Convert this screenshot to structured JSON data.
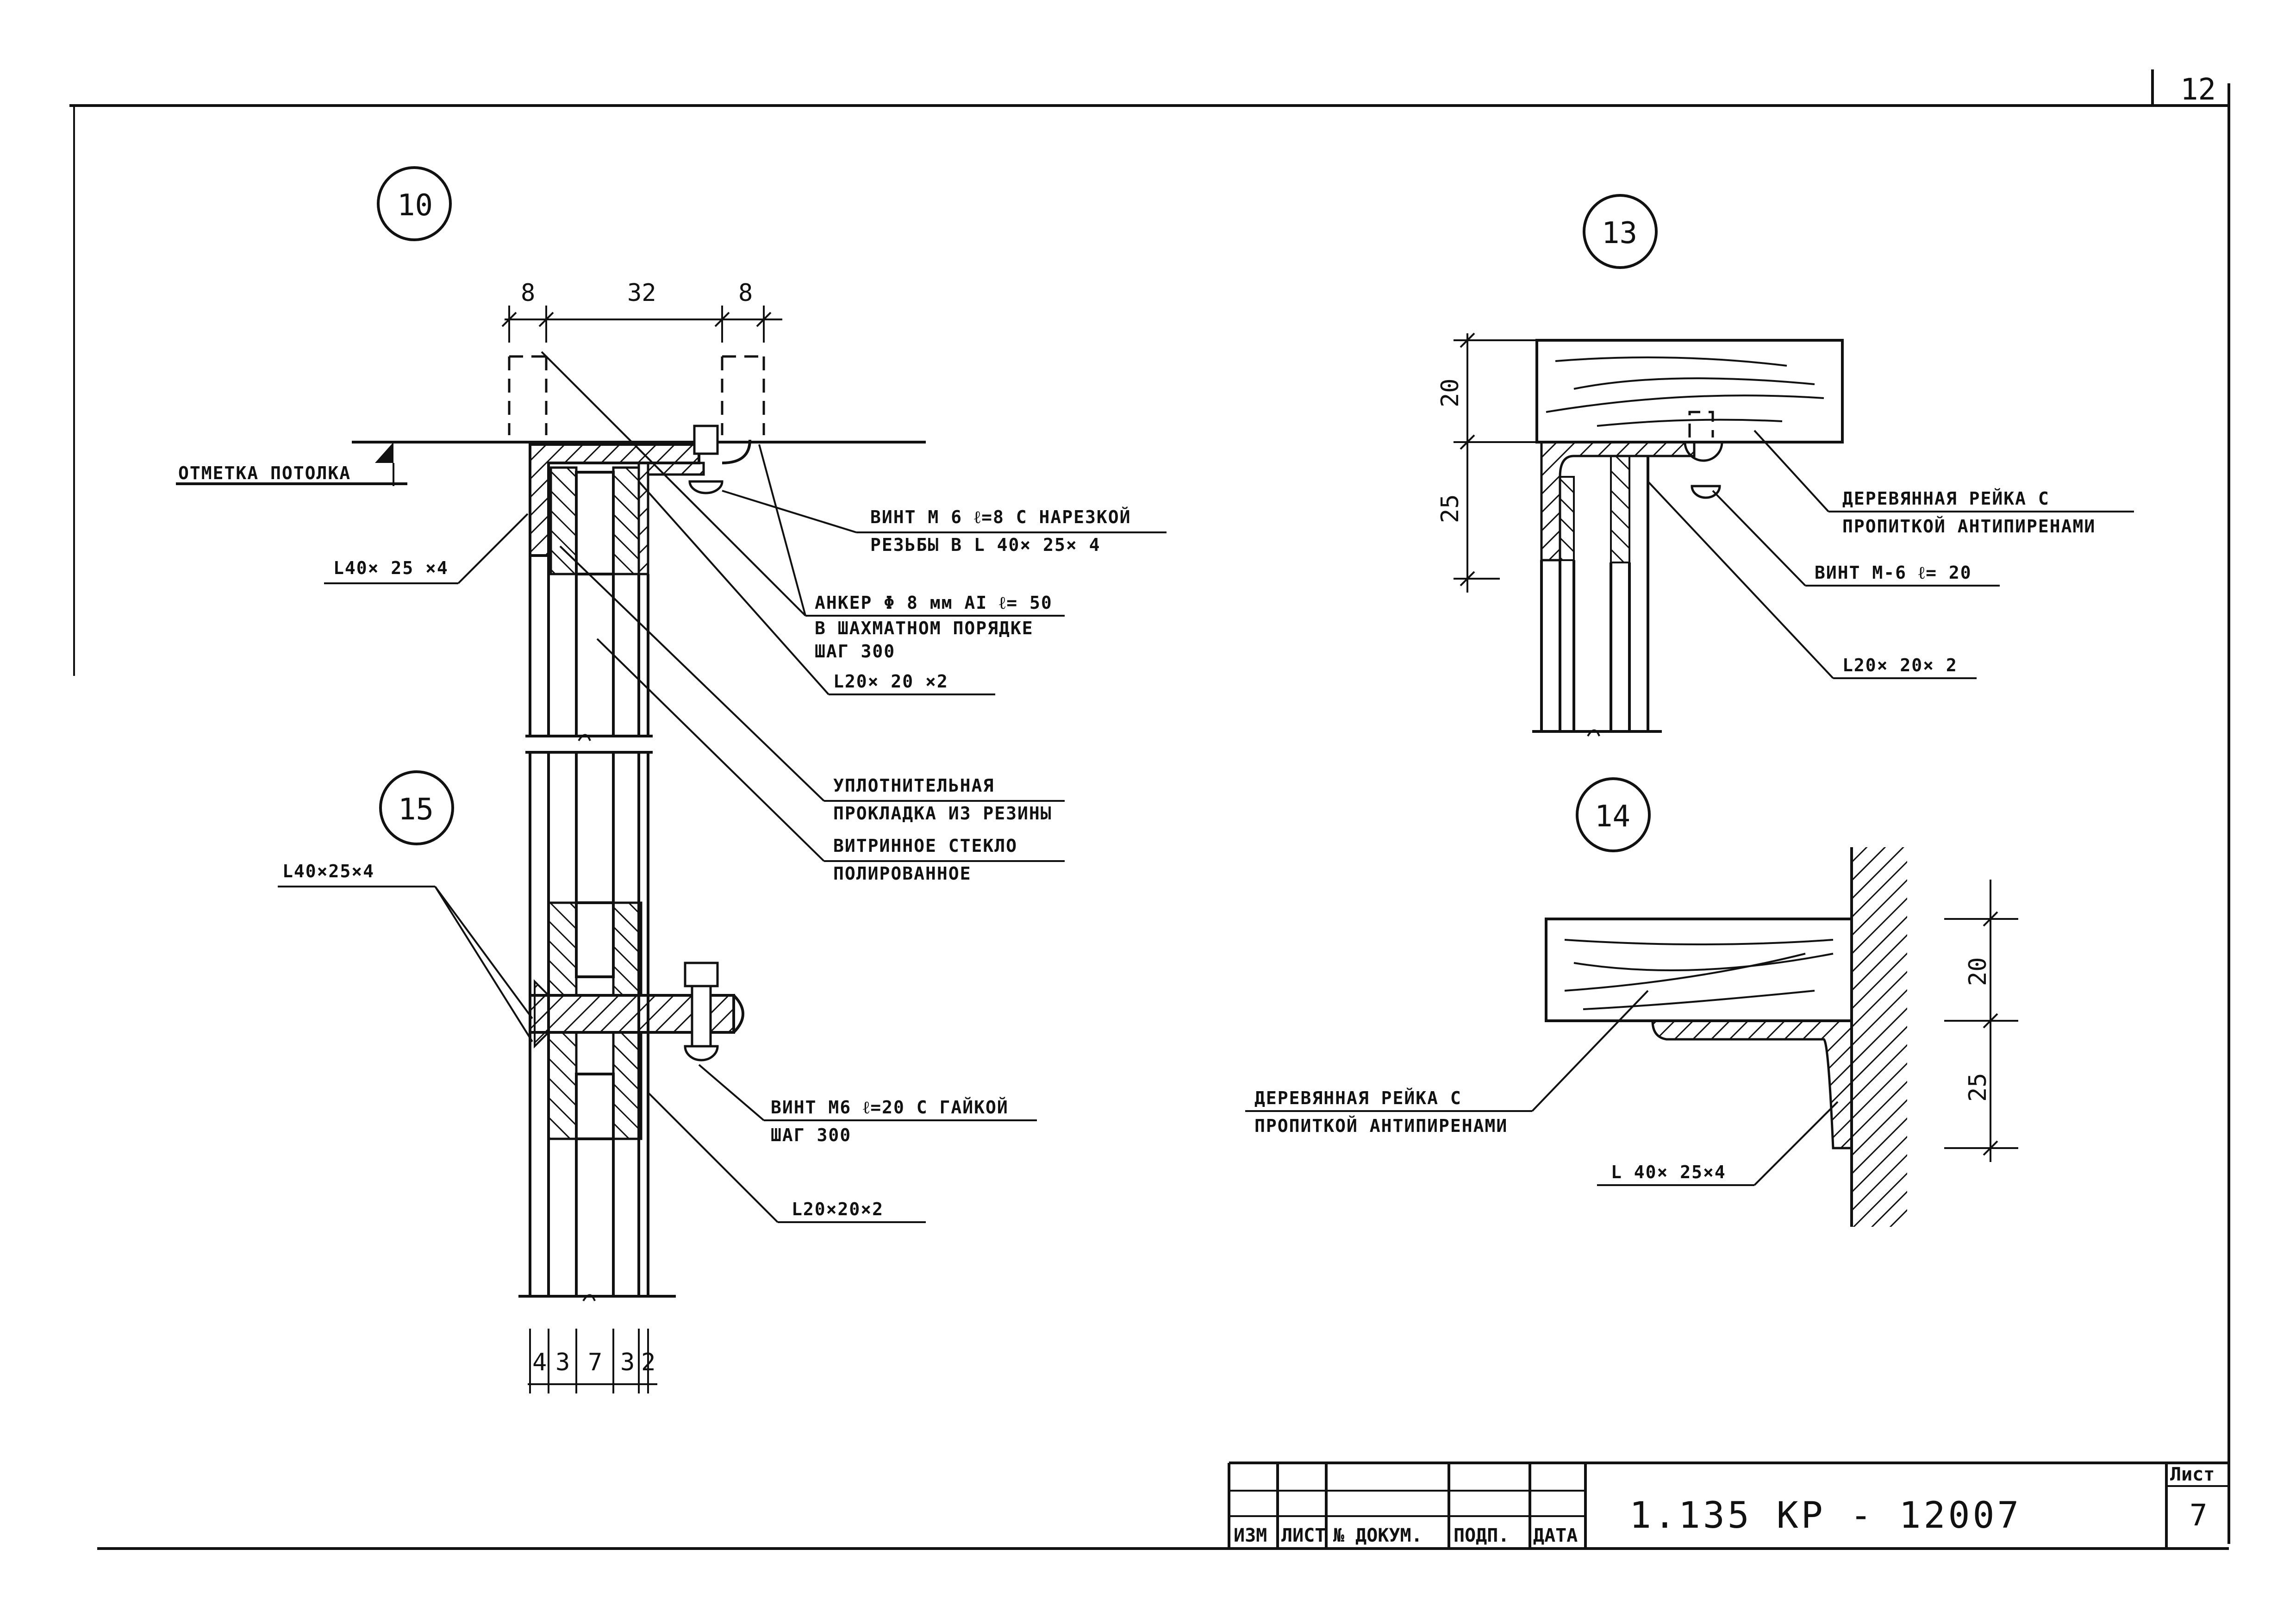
{
  "sheet_number": "12",
  "details": {
    "d10": {
      "number": "10",
      "dims_top": [
        "8",
        "32",
        "8"
      ],
      "ceiling_label": "ОТМЕТКА ПОТОЛКА",
      "angle_main": "L40× 25 ×4",
      "screw_line1": "ВИНТ М 6 ℓ=8 С НАРЕЗКОЙ",
      "screw_line2": "РЕЗЬБЫ В L 40× 25× 4",
      "anchor_line1": "АНКЕР Φ 8 мм АI ℓ= 50",
      "anchor_line2": "В ШАХМАТНОМ ПОРЯДКЕ",
      "anchor_line3": "ШАГ 300",
      "angle_small": "L20× 20 ×2",
      "seal_line1": "УПЛОТНИТЕЛЬНАЯ",
      "seal_line2": "ПРОКЛАДКА ИЗ РЕЗИНЫ",
      "glass_line1": "ВИТРИННОЕ СТЕКЛО",
      "glass_line2": "ПОЛИРОВАННОЕ"
    },
    "d15": {
      "number": "15",
      "angle_main": "L40×25×4",
      "screw_line1": "ВИНТ М6 ℓ=20 С ГАЙКОЙ",
      "screw_line2": "ШАГ 300",
      "angle_small": "L20×20×2",
      "dims_bottom": [
        "4",
        "3",
        "7",
        "3",
        "2"
      ]
    },
    "d13": {
      "number": "13",
      "dims_side": [
        "20",
        "25"
      ],
      "rail_line1": "ДЕРЕВЯННАЯ РЕЙКА С",
      "rail_line2": "ПРОПИТКОЙ АНТИПИРЕНАМИ",
      "screw": "ВИНТ М-6 ℓ= 20",
      "angle_small": "L20× 20× 2"
    },
    "d14": {
      "number": "14",
      "dims_side": [
        "20",
        "25"
      ],
      "rail_line1": "ДЕРЕВЯННАЯ РЕЙКА С",
      "rail_line2": "ПРОПИТКОЙ АНТИПИРЕНАМИ",
      "angle_main": "L 40× 25×4"
    }
  },
  "title_block": {
    "columns": [
      "ИЗМ",
      "ЛИСТ",
      "№ ДОКУМ.",
      "ПОДП.",
      "ДАТА"
    ],
    "document_code": "1.135 КР - 12007",
    "sheet_label": "Лист",
    "sheet_value": "7"
  }
}
